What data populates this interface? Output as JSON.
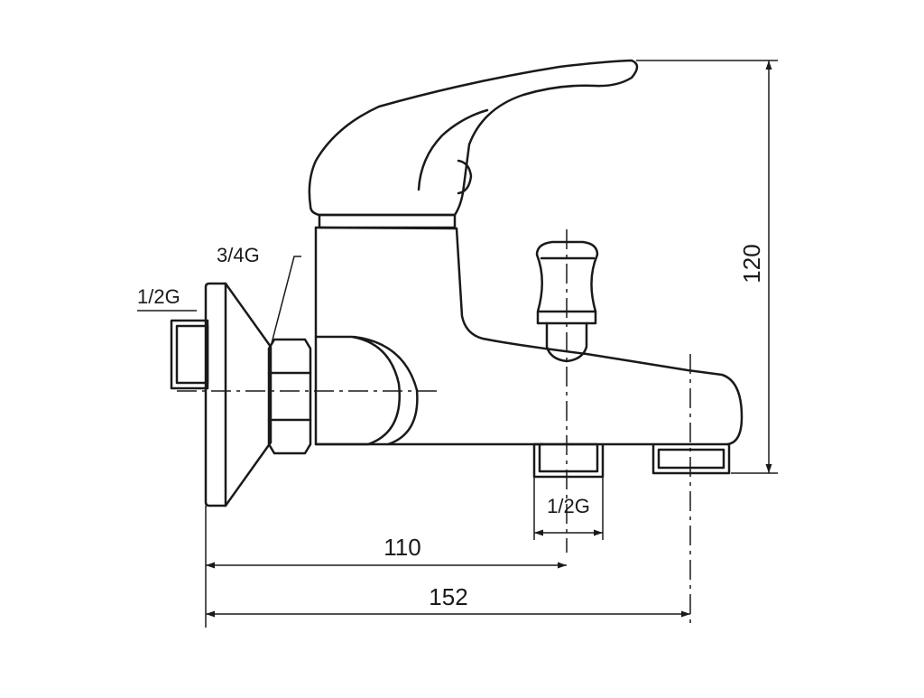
{
  "drawing": {
    "labels": {
      "inlet_thread": "1/2G",
      "nut_thread": "3/4G",
      "outlet_thread": "1/2G",
      "height": "120",
      "width_to_outlet": "110",
      "overall_width": "152"
    }
  }
}
